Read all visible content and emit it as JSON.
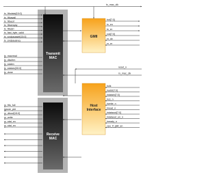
{
  "blocks": {
    "transmit": [
      "Transmit",
      "MAC"
    ],
    "receive": [
      "Receive",
      "MAC"
    ],
    "gmii": [
      "GMII"
    ],
    "host": [
      "Host",
      "Interface"
    ]
  },
  "signals": {
    "top": "tx_mac_clk",
    "tx_in": [
      "tx_fifodata[15:0]",
      "tx_fifoavail",
      "tx_fifoeof",
      "tx_fifoempty",
      "tx_fifoctrl",
      "tx_fast_byte_valid",
      "tx_sndpausstrt[15:0]",
      "tx_sndpausreq"
    ],
    "tx_out": [
      "tx_macread",
      "tx_discfrm",
      "tx_staten",
      "tx_statvec[30:0]",
      "tx_done"
    ],
    "gmii_out": [
      "txd[7:0]",
      "tx_en",
      "tx_er",
      "rxd[7:0]",
      "rx_dv",
      "rx_er"
    ],
    "mid_right": [
      "reset_n",
      "rx_mac_clk"
    ],
    "rx_left": [
      "rx_fifo_full",
      "ignore_pkt",
      "rx_dbout[15:0]",
      "rx_write",
      "rx_stat_en",
      "rx_stat_en"
    ],
    "host_out": [
      "hclk",
      "haddr[7:0]",
      "hdatain[7:0]",
      "hcs_n",
      "hwrite_n",
      "hread_n",
      "hdataout[7:0]",
      "hdataout_en_n",
      "hready_n",
      "cpu_if_gbit_en"
    ]
  },
  "colors": {
    "frame": "#b3b3b3",
    "dark_top": "#0b0b0b",
    "dark_bottom": "#6a6a6a",
    "orange_top": "#f7a21b",
    "orange_bottom": "#fff2c6",
    "wire": "#2b2b2b"
  }
}
